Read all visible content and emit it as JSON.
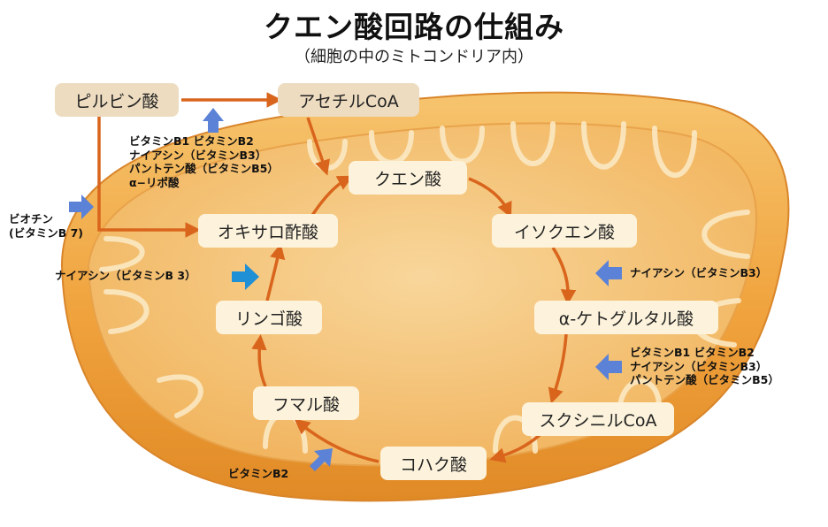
{
  "title": "クエン酸回路の仕組み",
  "subtitle": "（細胞の中のミトコンドリア内）",
  "colors": {
    "arrow": "#d9651d",
    "vitamin_arrow": "#5b82d6",
    "vitamin_arrow_highlight": "#1f8fd6",
    "node_bg": "#fdf3dc",
    "outside_node_bg": "#eddcc0",
    "mitochondria": "#f2a83f"
  },
  "nodes": {
    "pyruvate": "ピルビン酸",
    "acetyl_coa": "アセチルCoA",
    "citrate": "クエン酸",
    "isocitrate": "イソクエン酸",
    "alpha_kg": "α-ケトグルタル酸",
    "succinyl_coa": "スクシニルCoA",
    "succinate": "コハク酸",
    "fumarate": "フマル酸",
    "malate": "リンゴ酸",
    "oxaloacetate": "オキサロ酢酸"
  },
  "vitamins": {
    "pdh": [
      "ビタミンB1 ビタミンB2",
      "ナイアシン（ビタミンB3）",
      "パントテン酸（ビタミンB5）",
      "α−リポ酸"
    ],
    "biotin": [
      "ビオチン",
      "(ビタミンB 7)"
    ],
    "malate_dh": "ナイアシン（ビタミンB 3）",
    "isocitrate_dh": "ナイアシン（ビタミンB3）",
    "akg_dh": [
      "ビタミンB1 ビタミンB2",
      "ナイアシン（ビタミンB3）",
      "パントテン酸（ビタミンB5）"
    ],
    "succinate_dh": "ビタミンB2"
  }
}
